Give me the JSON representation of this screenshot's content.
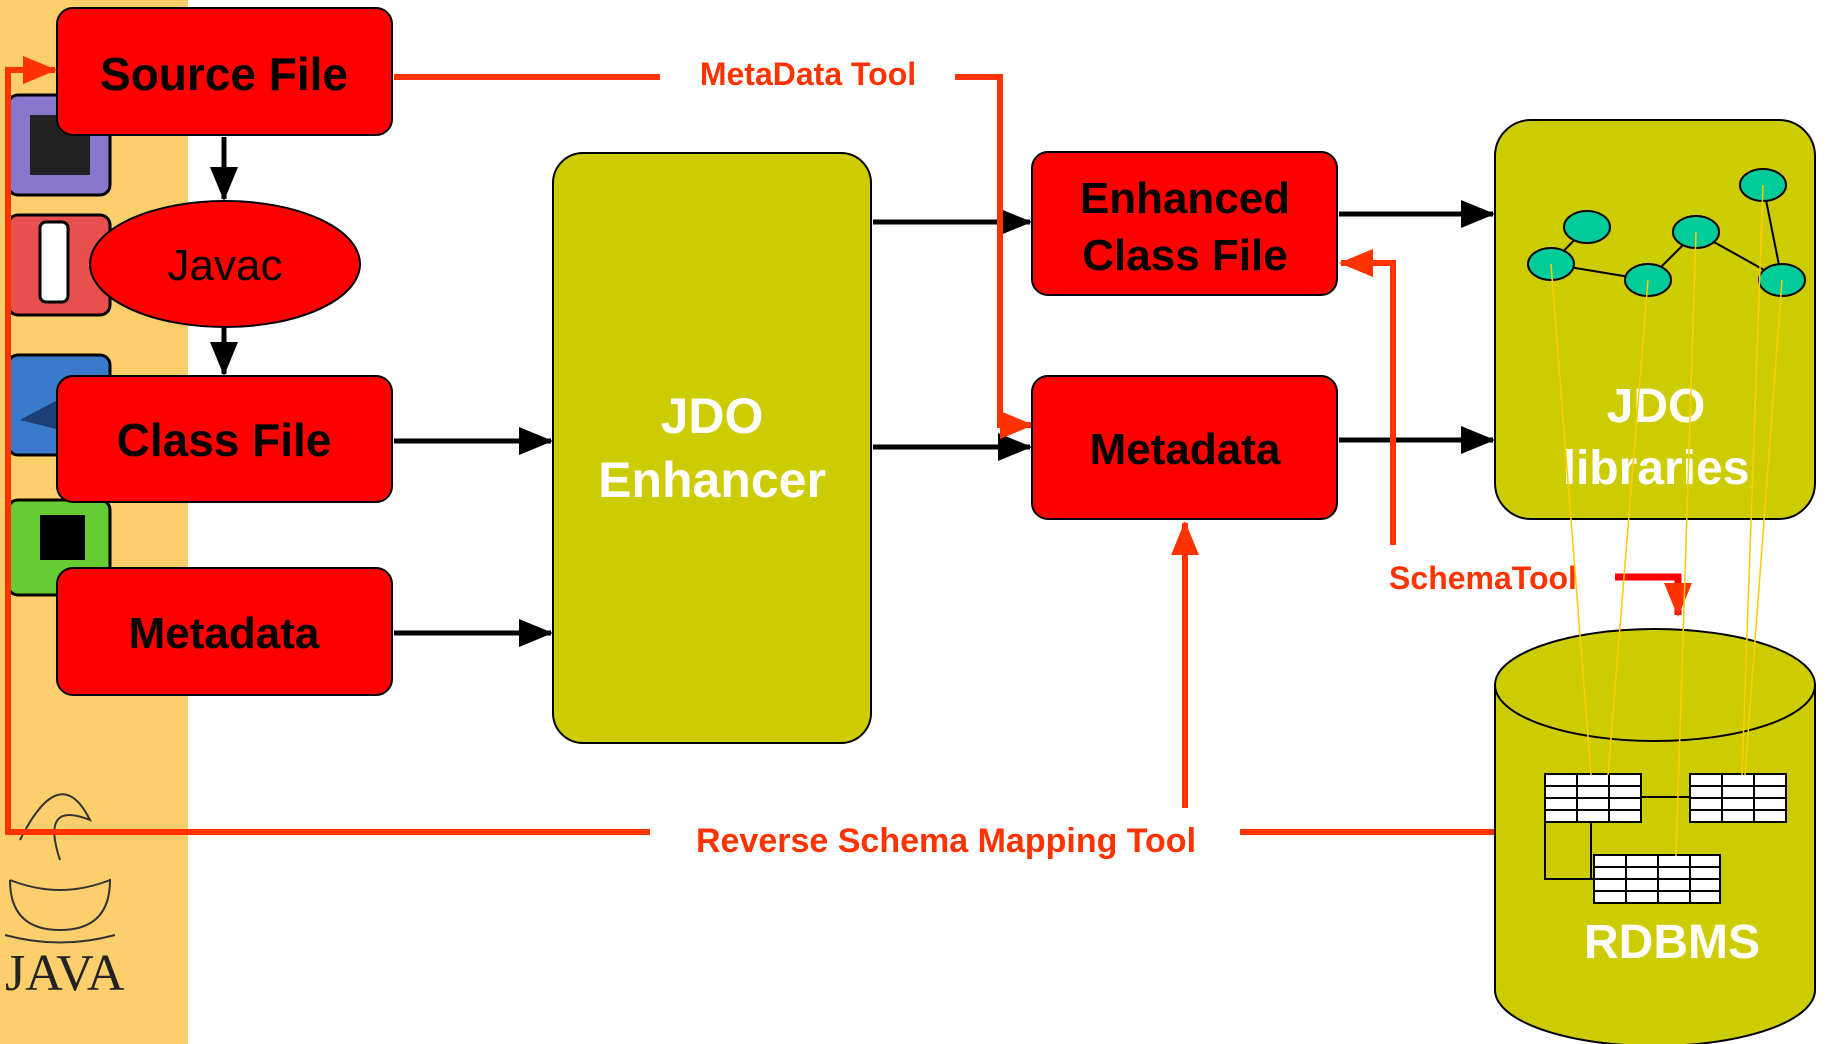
{
  "nodes": {
    "source_file": "Source File",
    "javac": "Javac",
    "class_file": "Class File",
    "metadata_input": "Metadata",
    "jdo_enhancer": [
      "JDO",
      "Enhancer"
    ],
    "enhanced_class_file": [
      "Enhanced",
      "Class File"
    ],
    "metadata_output": "Metadata",
    "jdo_libraries": [
      "JDO",
      "libraries"
    ],
    "rdbms": "RDBMS"
  },
  "tools": {
    "metadata_tool": "MetaData Tool",
    "schema_tool": "SchemaTool",
    "reverse_schema_mapping_tool": "Reverse Schema Mapping Tool"
  },
  "sidebar": {
    "logo_text": "JAVA",
    "icons": [
      "phone-icon",
      "handset-icon",
      "desk-icon",
      "card-icon",
      "coffee-cup-icon"
    ]
  },
  "colors": {
    "box_red": "#ff0000",
    "olive": "#cccc00",
    "tool_orange": "#ff3300",
    "node_green": "#00cc99",
    "link_yellow": "#ffcc00",
    "sidebar": "#fccf6c"
  }
}
